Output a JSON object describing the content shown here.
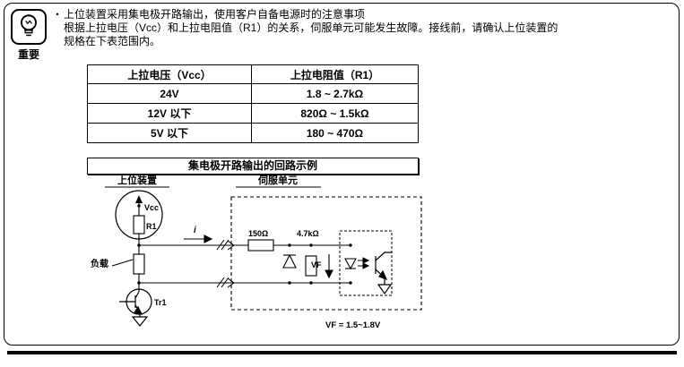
{
  "colors": {
    "ink": "#000000",
    "paper": "#ffffff"
  },
  "note": {
    "badge_label": "重要",
    "bullet": "・",
    "lines": [
      "上位装置采用集电极开路输出，使用客户自备电源时的注意事项",
      "根据上拉电压（Vcc）和上拉电阻值（R1）的关系，伺服单元可能发生故障。接线前，请确认上位装置的",
      "规格在下表范围内。"
    ]
  },
  "table": {
    "headers": [
      "上拉电压（Vcc）",
      "上拉电阻值（R1）"
    ],
    "rows": [
      [
        "24V",
        "1.8 ~ 2.7kΩ"
      ],
      [
        "12V 以下",
        "820Ω ~ 1.5kΩ"
      ],
      [
        "5V 以下",
        "180 ~ 470Ω"
      ]
    ]
  },
  "diagram": {
    "title": "集电极开路输出的回路示例",
    "labels": {
      "host": "上位装置",
      "servo": "伺服单元",
      "vcc": "Vcc",
      "r1": "R1",
      "load": "负载",
      "tr1": "Tr1",
      "current": "i",
      "r150": "150Ω",
      "r47k": "4.7kΩ",
      "vf": "VF",
      "vf_value": "VF = 1.5~1.8V"
    }
  }
}
